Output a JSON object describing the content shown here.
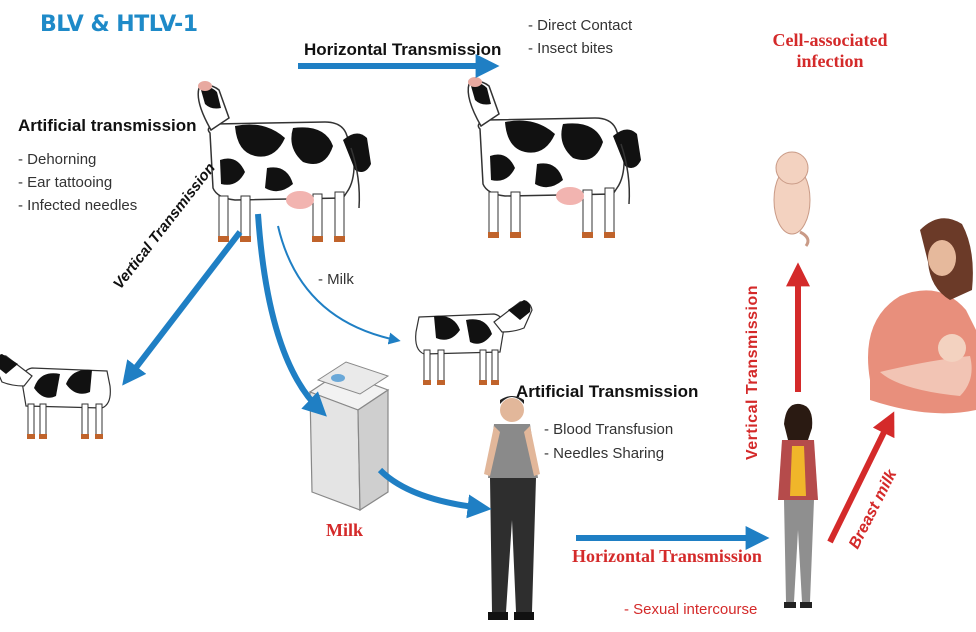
{
  "title": "BLV & HTLV-1",
  "top_horizontal": {
    "label": "Horizontal Transmission",
    "items": [
      "- Direct Contact",
      "- Insect bites"
    ]
  },
  "cell_associated": [
    "Cell-associated",
    "infection"
  ],
  "artificial_cattle": {
    "heading": "Artificial transmission",
    "items": [
      "- Dehorning",
      "- Ear tattooing",
      "- Infected needles"
    ]
  },
  "vertical_cattle_label": "Vertical Transmission",
  "milk_route_label": "- Milk",
  "milk_carton_label": "Milk",
  "artificial_human": {
    "heading": "Artificial Transmission",
    "items": [
      "- Blood Transfusion",
      "- Needles Sharing"
    ]
  },
  "bottom_horizontal": {
    "label": "Horizontal Transmission",
    "item": "- Sexual intercourse"
  },
  "vertical_human_label": "Vertical Transmission",
  "breast_milk_label": "Breast milk",
  "colors": {
    "blue_arrow": "#1f7fc4",
    "red_arrow": "#d42a2a",
    "title": "#1e8ac8"
  }
}
